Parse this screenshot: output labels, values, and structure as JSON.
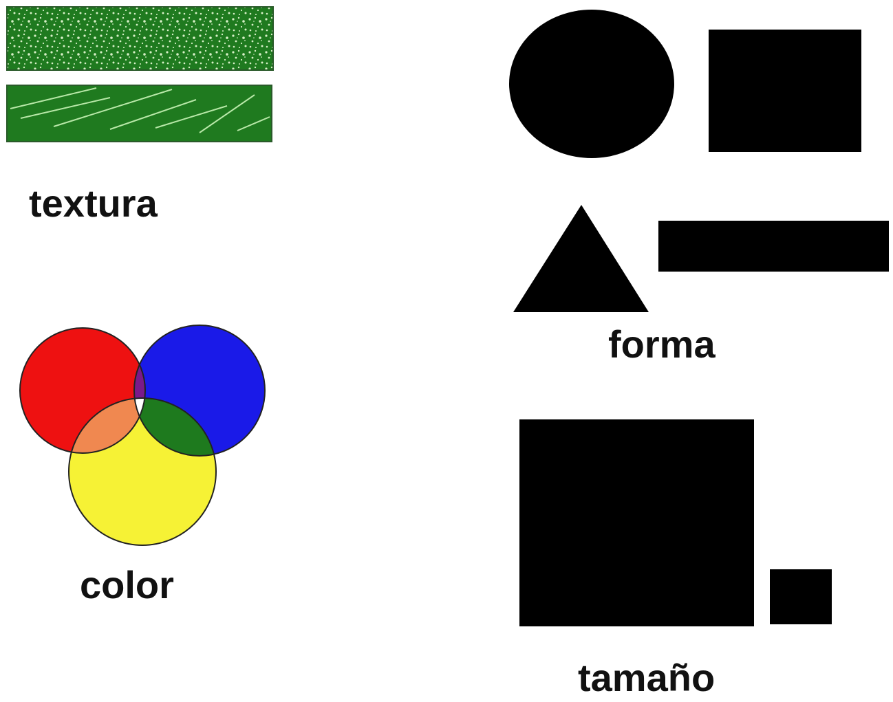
{
  "labels": {
    "textura": "textura",
    "forma": "forma",
    "color": "color",
    "tamano": "tamaño"
  },
  "palette": {
    "green_dark": "#1f7a1f",
    "green_light": "#d8f0c8",
    "green_line": "#b8e8a8",
    "red": "#ee1111",
    "blue": "#1a1ae8",
    "yellow": "#f6f235",
    "purple": "#7a1a8a",
    "orange": "#f08850",
    "green_overlap": "#1e7a1e",
    "white": "#ffffff",
    "black": "#000000"
  }
}
